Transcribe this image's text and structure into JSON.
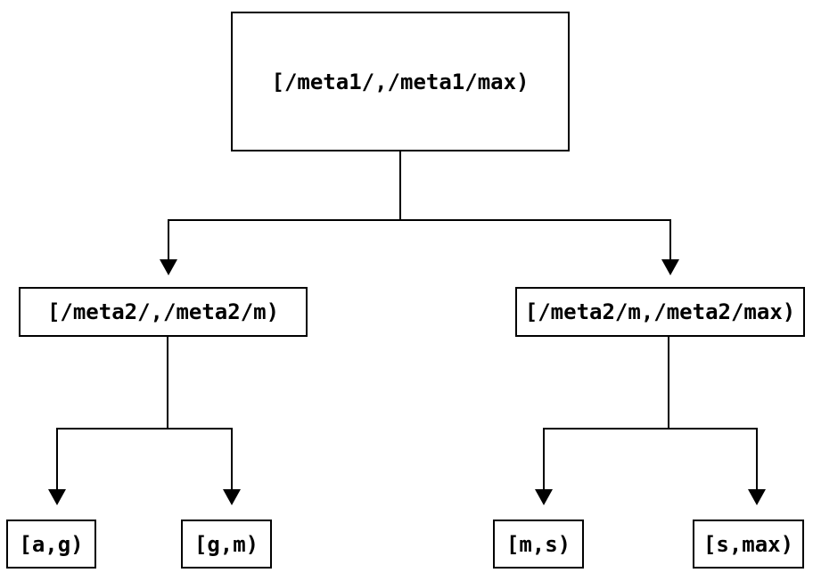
{
  "diagram": {
    "title": "interval-partition-tree",
    "background_color": "#ffffff",
    "line_color": "#000000",
    "nodes": [
      {
        "id": "root",
        "label": "[/meta1/,/meta1/max)"
      },
      {
        "id": "left-child",
        "label": "[/meta2/,/meta2/m)"
      },
      {
        "id": "right-child",
        "label": "[/meta2/m,/meta2/max)"
      },
      {
        "id": "leaf-ag",
        "label": "[a,g)"
      },
      {
        "id": "leaf-gm",
        "label": "[g,m)"
      },
      {
        "id": "leaf-ms",
        "label": "[m,s)"
      },
      {
        "id": "leaf-smax",
        "label": "[s,max)"
      }
    ],
    "edges": [
      {
        "from": "root",
        "to": "left-child"
      },
      {
        "from": "root",
        "to": "right-child"
      },
      {
        "from": "left-child",
        "to": "leaf-ag"
      },
      {
        "from": "left-child",
        "to": "leaf-gm"
      },
      {
        "from": "right-child",
        "to": "leaf-ms"
      },
      {
        "from": "right-child",
        "to": "leaf-smax"
      }
    ]
  }
}
